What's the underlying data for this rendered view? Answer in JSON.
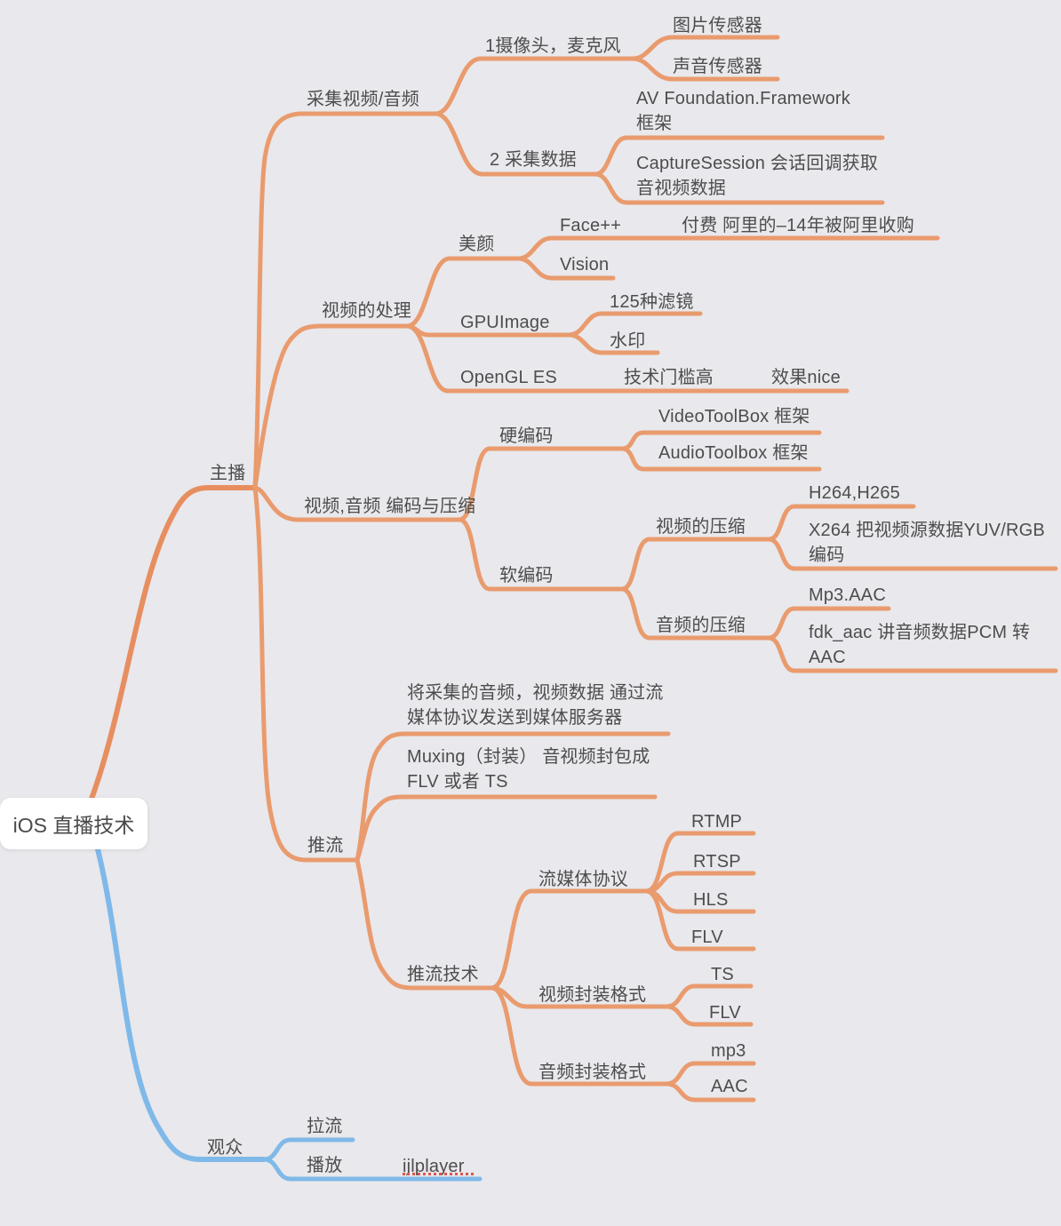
{
  "colors": {
    "background": "#e9e8ec",
    "branch_orange": "#e99b6e",
    "trunk_anchor_orange": "#e78e60",
    "branch_blue": "#7fb9e9",
    "text": "#4d4d4d",
    "root_background": "#ffffff",
    "spellcheck_underline_red": "#e0564c"
  },
  "map": {
    "root": {
      "label": "iOS 直播技术"
    },
    "anchor": {
      "label": "主播",
      "capture": {
        "label": "采集视频/音频",
        "device": {
          "label": "1摄像头，麦克风",
          "image_sensor": {
            "label": "图片传感器"
          },
          "sound_sensor": {
            "label": "声音传感器"
          }
        },
        "data": {
          "label": "2 采集数据",
          "av_foundation": {
            "label": "AV Foundation.Framework 框架"
          },
          "capture_session": {
            "label": "CaptureSession 会话回调获取音视频数据"
          }
        }
      },
      "processing": {
        "label": "视频的处理",
        "beauty": {
          "label": "美颜",
          "facepp": {
            "label": "Face++",
            "note": {
              "label": "付费 阿里的–14年被阿里收购"
            }
          },
          "vision": {
            "label": "Vision"
          }
        },
        "gpuimage": {
          "label": "GPUImage",
          "filters": {
            "label": "125种滤镜"
          },
          "watermark": {
            "label": "水印"
          }
        },
        "opengl": {
          "label": "OpenGL ES",
          "threshold": {
            "label": "技术门槛高"
          },
          "effect": {
            "label": "效果nice"
          }
        }
      },
      "encoding": {
        "label": "视频,音频 编码与压缩",
        "hardware": {
          "label": "硬编码",
          "videotoolbox": {
            "label": "VideoToolBox 框架"
          },
          "audiotoolbox": {
            "label": "AudioToolbox 框架"
          }
        },
        "software": {
          "label": "软编码",
          "video_compression": {
            "label": "视频的压缩",
            "h264": {
              "label": "H264,H265"
            },
            "x264": {
              "label": "X264 把视频源数据YUV/RGB 编码"
            }
          },
          "audio_compression": {
            "label": "音频的压缩",
            "mp3_aac": {
              "label": "Mp3.AAC"
            },
            "fdk_aac": {
              "label": "fdk_aac 讲音频数据PCM 转 AAC"
            }
          }
        }
      },
      "push": {
        "label": "推流",
        "description": {
          "label": "将采集的音频，视频数据 通过流媒体协议发送到媒体服务器"
        },
        "muxing": {
          "label": "Muxing（封装） 音视频封包成 FLV 或者 TS"
        },
        "tech": {
          "label": "推流技术",
          "protocols": {
            "label": "流媒体协议",
            "rtmp": {
              "label": "RTMP"
            },
            "rtsp": {
              "label": "RTSP"
            },
            "hls": {
              "label": "HLS"
            },
            "flv": {
              "label": "FLV"
            }
          },
          "video_format": {
            "label": "视频封装格式",
            "ts": {
              "label": "TS"
            },
            "flv": {
              "label": "FLV"
            }
          },
          "audio_format": {
            "label": "音频封装格式",
            "mp3": {
              "label": "mp3"
            },
            "aac": {
              "label": "AAC"
            }
          }
        }
      }
    },
    "audience": {
      "label": "观众",
      "pull": {
        "label": "拉流"
      },
      "play": {
        "label": "播放",
        "player": {
          "label": "ijlplayer"
        }
      }
    }
  }
}
